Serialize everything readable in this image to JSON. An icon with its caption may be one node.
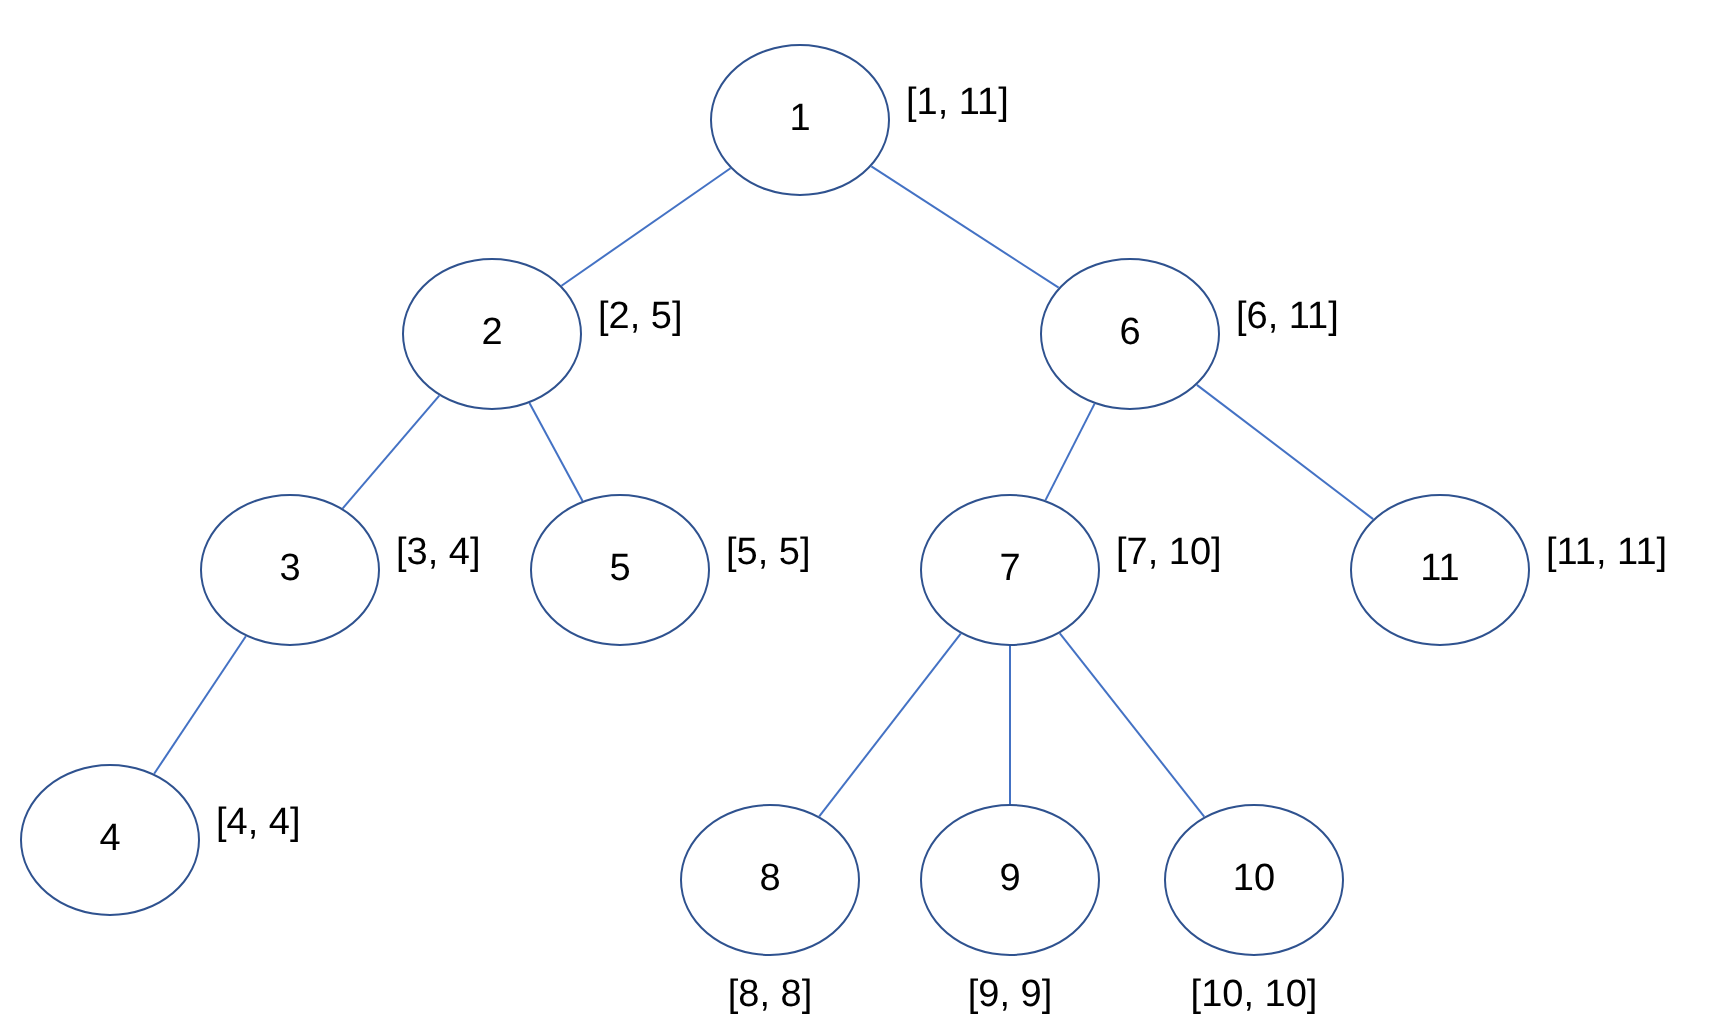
{
  "diagram": {
    "nodes": [
      {
        "text": [
          "1"
        ],
        "beside": [
          "[1, 11]"
        ]
      },
      {
        "text": [
          "2"
        ],
        "beside": [
          "[2, 5]"
        ]
      },
      {
        "text": [
          "6"
        ],
        "beside": [
          "[6, 11]"
        ]
      },
      {
        "text": [
          "3"
        ],
        "beside": [
          "[3, 4]"
        ]
      },
      {
        "text": [
          "5"
        ],
        "beside": [
          "[5, 5]"
        ]
      },
      {
        "text": [
          "7"
        ],
        "beside": [
          "[7, 10]"
        ]
      },
      {
        "text": [
          "11"
        ],
        "beside": [
          "[11, 11]"
        ]
      },
      {
        "text": [
          "4"
        ],
        "beside": [
          "[4, 4]"
        ]
      },
      {
        "text": [
          "8"
        ],
        "beside": [
          "[8, 8]"
        ]
      },
      {
        "text": [
          "9"
        ],
        "beside": [
          "[9, 9]"
        ]
      },
      {
        "text": [
          "10"
        ],
        "beside": [
          "[10, 10]"
        ]
      }
    ],
    "edges": [
      {
        "from": 0,
        "to": 1,
        "arrow": "none"
      },
      {
        "from": 0,
        "to": 2,
        "arrow": "none"
      },
      {
        "from": 1,
        "to": 3,
        "arrow": "none"
      },
      {
        "from": 1,
        "to": 4,
        "arrow": "none"
      },
      {
        "from": 3,
        "to": 7,
        "arrow": "none"
      },
      {
        "from": 2,
        "to": 5,
        "arrow": "none"
      },
      {
        "from": 2,
        "to": 6,
        "arrow": "none"
      },
      {
        "from": 5,
        "to": 8,
        "arrow": "none"
      },
      {
        "from": 5,
        "to": 9,
        "arrow": "none"
      },
      {
        "from": 5,
        "to": 10,
        "arrow": "none"
      }
    ]
  }
}
